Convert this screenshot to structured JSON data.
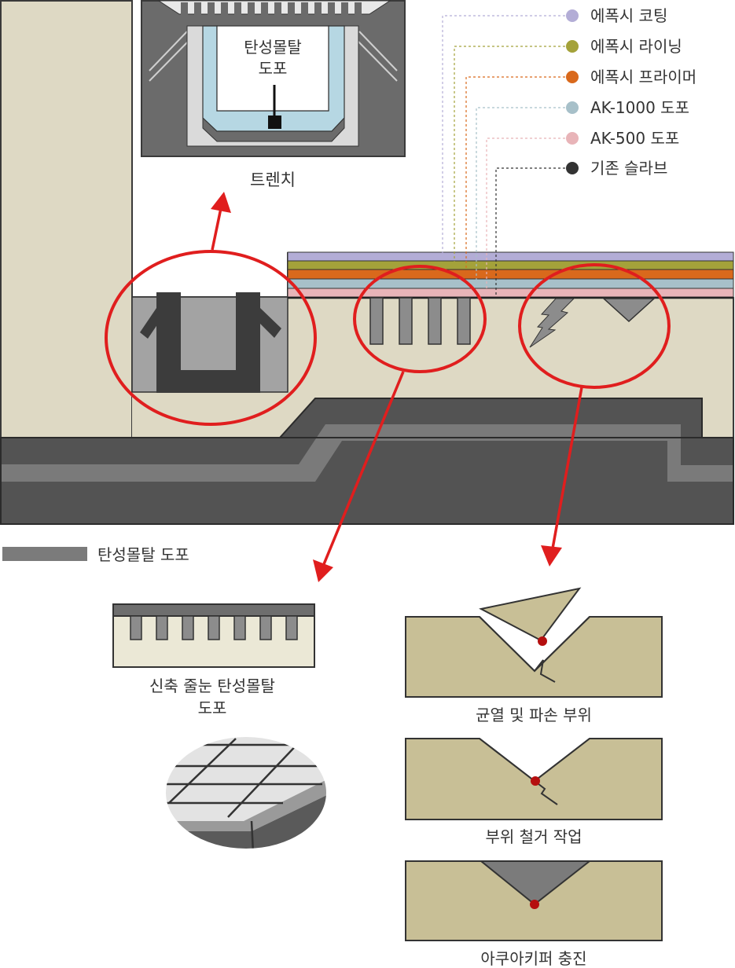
{
  "legend": [
    {
      "label": "에폭시 코팅",
      "color": "#b3add6"
    },
    {
      "label": "에폭시 라이닝",
      "color": "#a4a23a"
    },
    {
      "label": "에폭시 프라이머",
      "color": "#d9691c"
    },
    {
      "label": "AK-1000 도포",
      "color": "#a7c0c9"
    },
    {
      "label": "AK-500 도포",
      "color": "#e8b4b8"
    },
    {
      "label": "기존 슬라브",
      "color": "#333333"
    }
  ],
  "trench_inset": {
    "inner_label_line1": "탄성몰탈",
    "inner_label_line2": "도포",
    "caption": "트렌치"
  },
  "mortar_key": {
    "label": "탄성몰탈 도포",
    "color": "#7b7b7b"
  },
  "joint_detail": {
    "caption_line1": "신축 줄눈 탄성몰탈",
    "caption_line2": "도포"
  },
  "repair_steps": [
    {
      "caption": "균열 및 파손 부위"
    },
    {
      "caption": "부위 철거 작업"
    },
    {
      "caption": "아쿠아키퍼 충진"
    }
  ],
  "colors": {
    "concrete": "#ded9c4",
    "patch": "#c8bf96",
    "slab_dark": "#535353",
    "slab_mid": "#7a7a7a",
    "annotation_red": "#e01e1e"
  }
}
